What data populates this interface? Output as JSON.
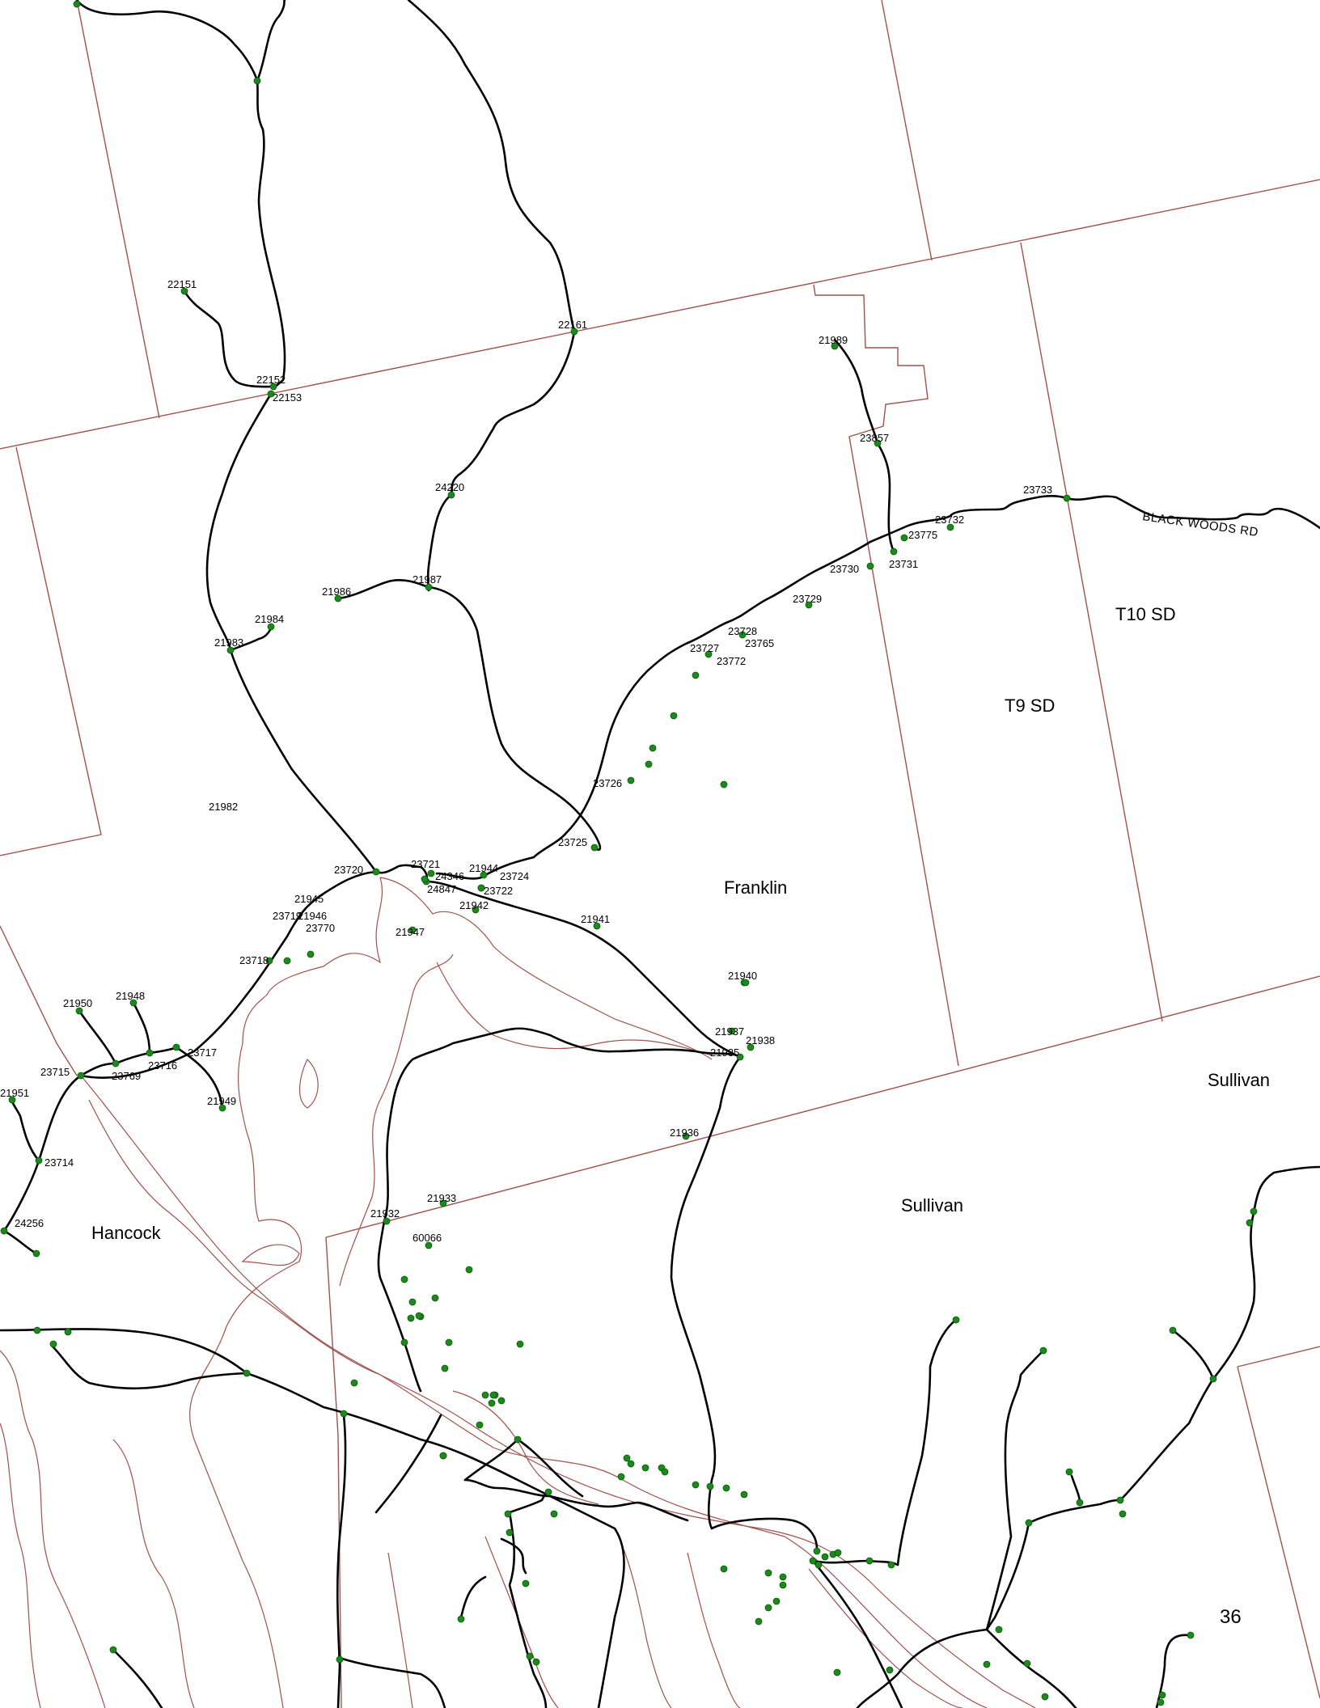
{
  "colors": {
    "road": "#000000",
    "boundary": "#a0524b",
    "node": "#1a8a1a",
    "background": "#ffffff"
  },
  "areas": {
    "franklin": "Franklin",
    "hancock": "Hancock",
    "sullivan_east": "Sullivan",
    "sullivan_center": "Sullivan",
    "t9sd": "T9 SD",
    "t10sd": "T10 SD"
  },
  "roads": {
    "black_woods": "BLACK WOODS RD"
  },
  "page_number": "36",
  "node_labels": [
    "22151",
    "22152",
    "22153",
    "22161",
    "21989",
    "23857",
    "24220",
    "21987",
    "21986",
    "21984",
    "21983",
    "23733",
    "23732",
    "23775",
    "23731",
    "23730",
    "23729",
    "23728",
    "23765",
    "23727",
    "23772",
    "23726",
    "23725",
    "21982",
    "23720",
    "23721",
    "24346",
    "24847",
    "21944",
    "23724",
    "23722",
    "21942",
    "21941",
    "21945",
    "23719",
    "21946",
    "23770",
    "21947",
    "23718",
    "21950",
    "21948",
    "23717",
    "23716",
    "23769",
    "23715",
    "21949",
    "21951",
    "23714",
    "24256",
    "21940",
    "21937",
    "21938",
    "21935",
    "21936",
    "21932",
    "21933",
    "60066"
  ]
}
